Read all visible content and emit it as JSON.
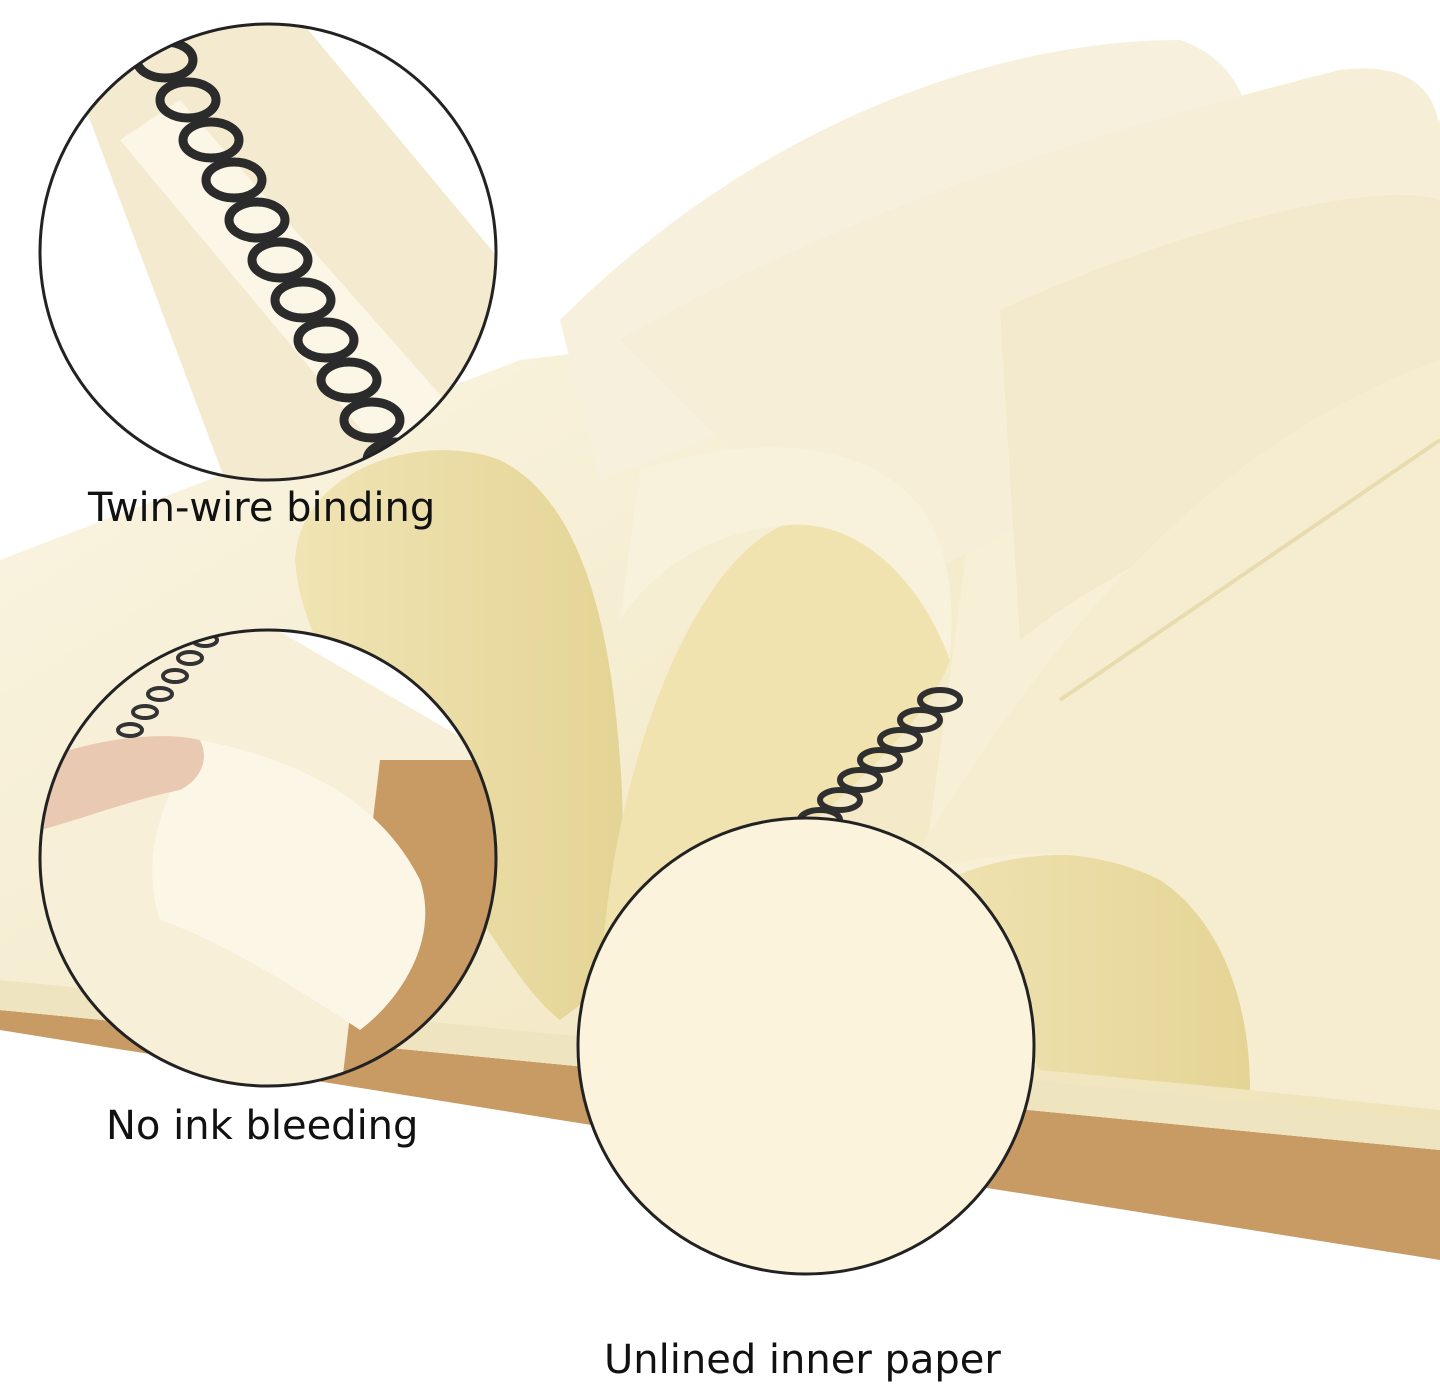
{
  "callouts": [
    {
      "caption": "Twin-wire binding"
    },
    {
      "caption": "No ink bleeding"
    },
    {
      "caption": "Unlined inner paper"
    }
  ],
  "colors": {
    "background": "#ffffff",
    "paper": "#f6eed4",
    "paper_shadow": "#ece0b2",
    "paper_light": "#fbf6e6",
    "kraft_cover": "#c89a64",
    "wire": "#2f2f2f",
    "circle_outline": "#222222",
    "caption_text": "#111111"
  }
}
